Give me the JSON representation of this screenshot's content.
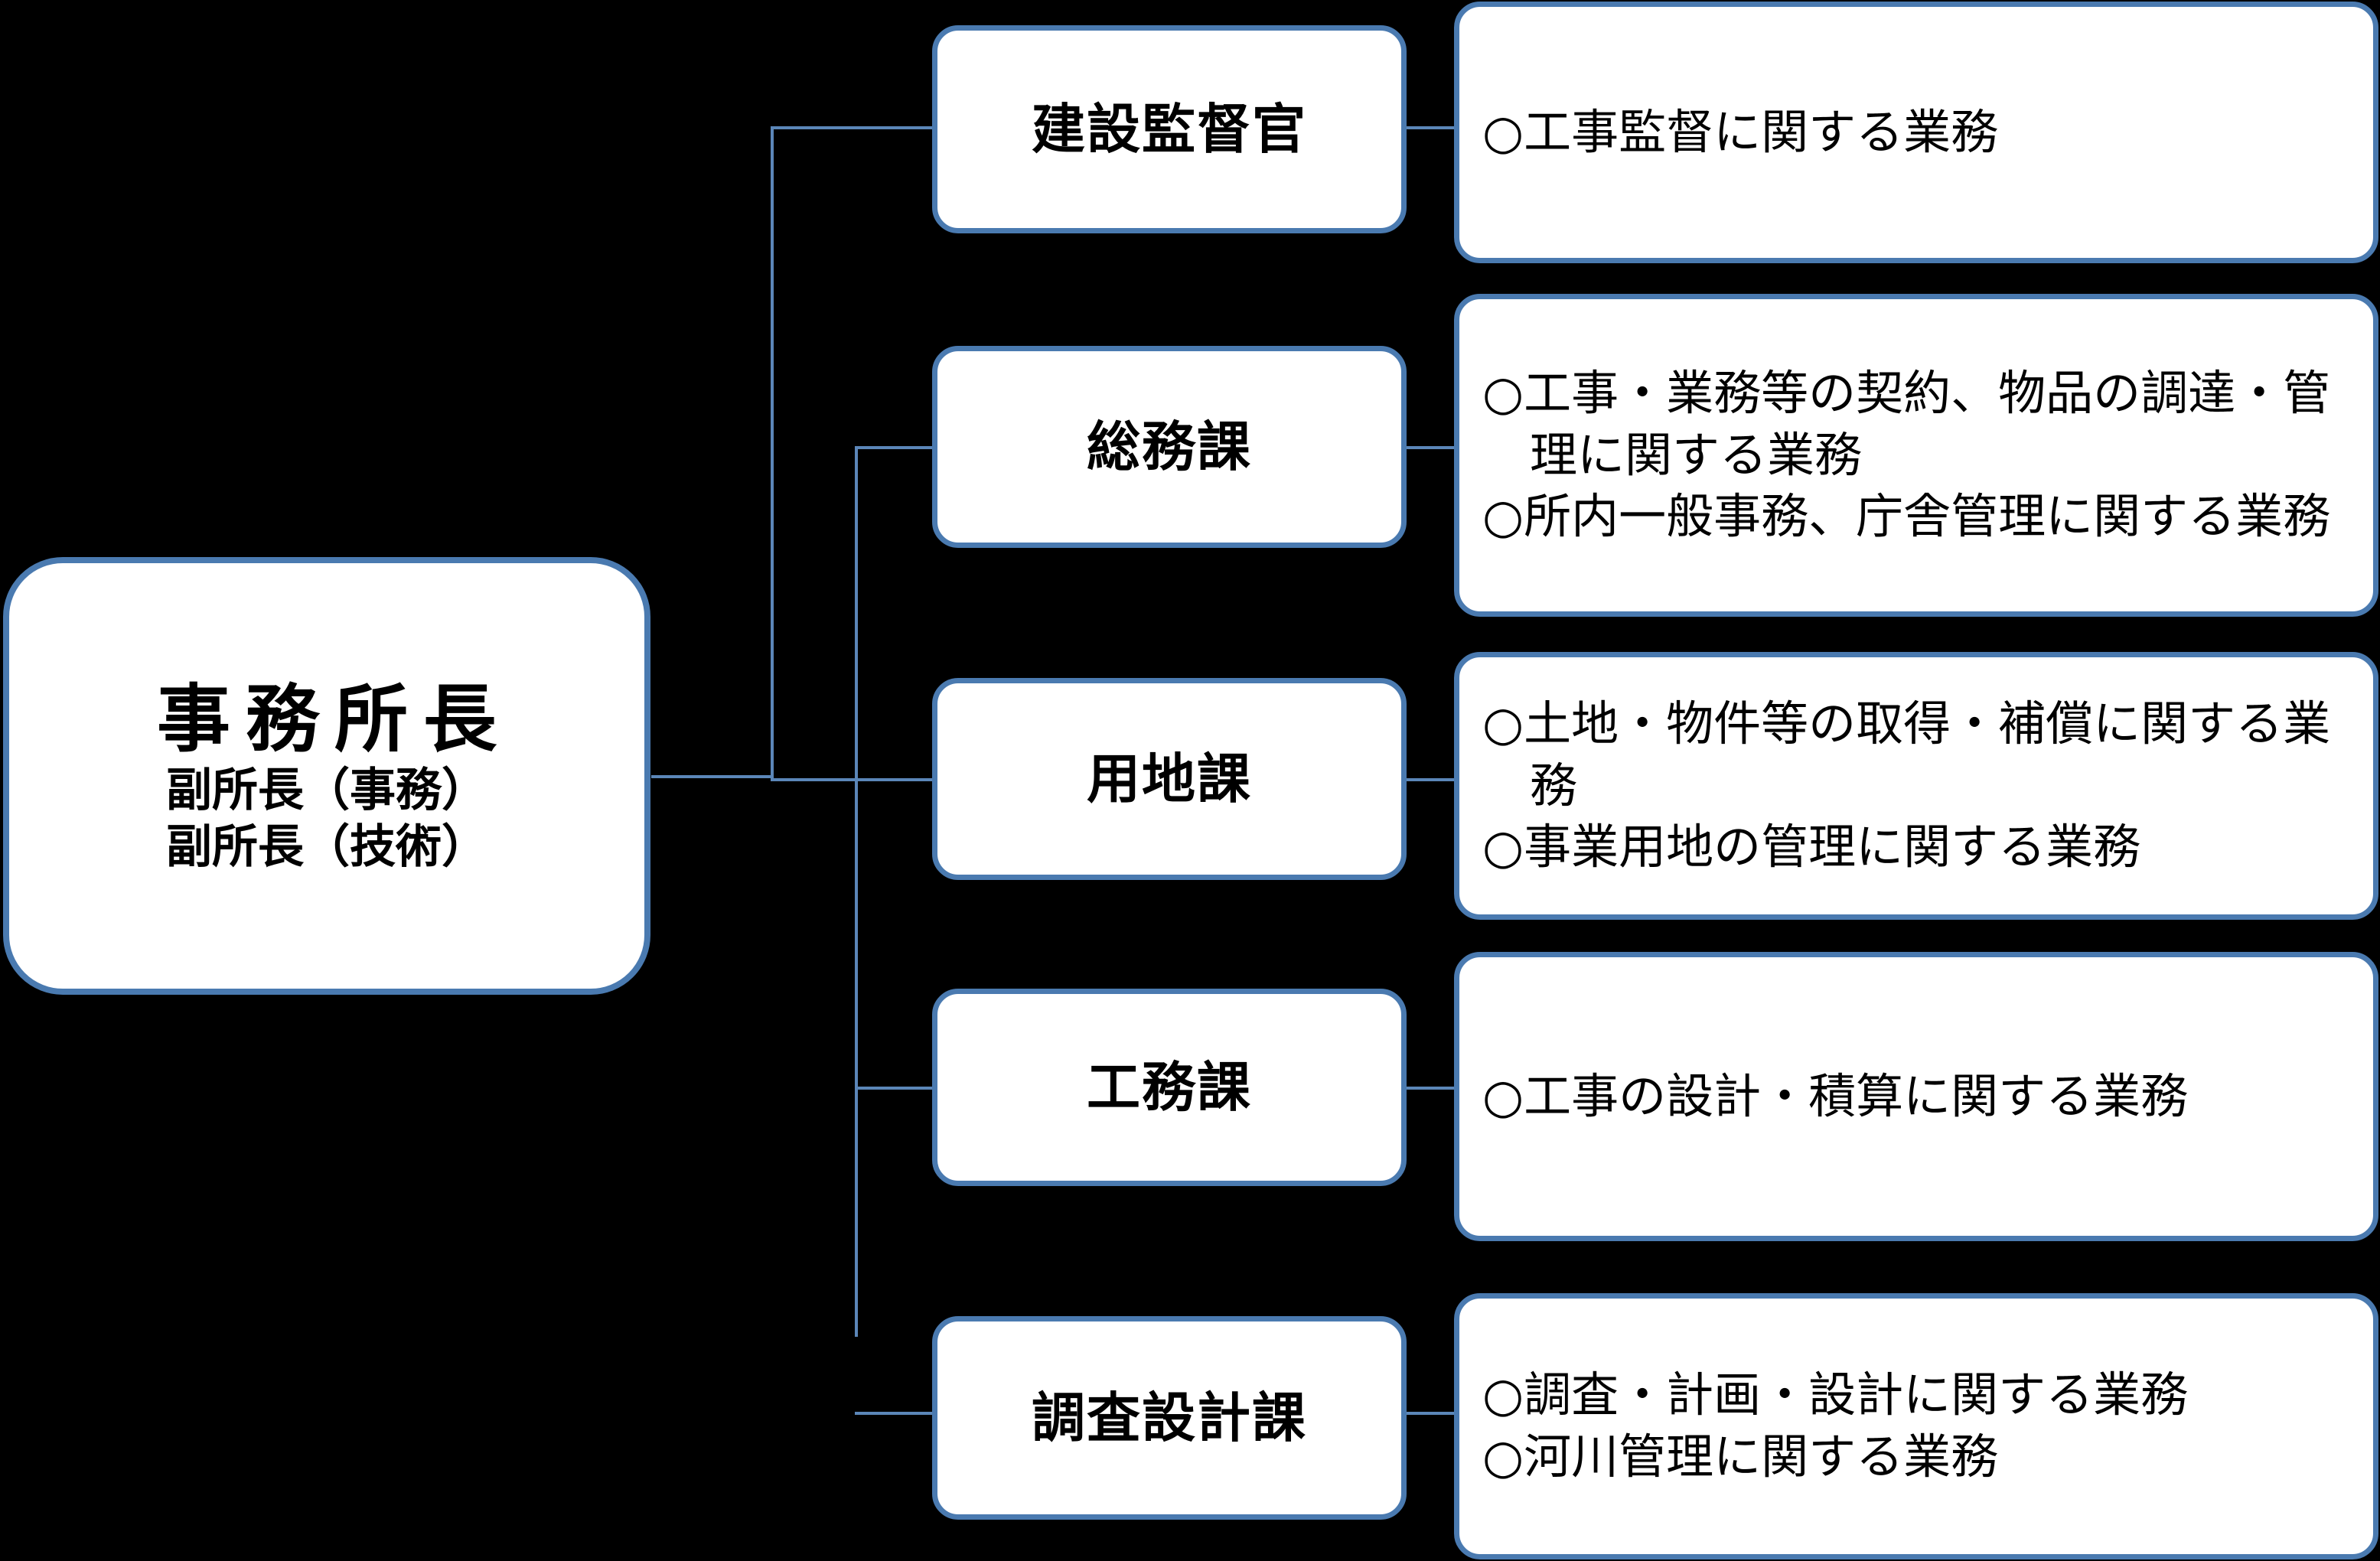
{
  "chart": {
    "type": "org-chart",
    "background_color": "#000000",
    "box_fill": "#FFFFFF",
    "box_border_color": "#4A7AB0",
    "connector_color": "#5B86B8",
    "text_color": "#000000"
  },
  "root": {
    "title": "事務所長",
    "sub_lines": [
      "副所長（事務）",
      "副所長（技術）"
    ]
  },
  "units": [
    {
      "name": "建設監督官",
      "duties": [
        "○工事監督に関する業務"
      ]
    },
    {
      "name": "総務課",
      "duties": [
        "○工事・業務等の契約、物品の調達・管理に関する業務",
        "○所内一般事務、庁舎管理に関する業務"
      ]
    },
    {
      "name": "用地課",
      "duties": [
        "○土地・物件等の取得・補償に関する業務",
        "○事業用地の管理に関する業務"
      ]
    },
    {
      "name": "工務課",
      "duties": [
        "○工事の設計・積算に関する業務"
      ]
    },
    {
      "name": "調査設計課",
      "duties": [
        "○調査・計画・設計に関する業務",
        "○河川管理に関する業務"
      ]
    }
  ]
}
